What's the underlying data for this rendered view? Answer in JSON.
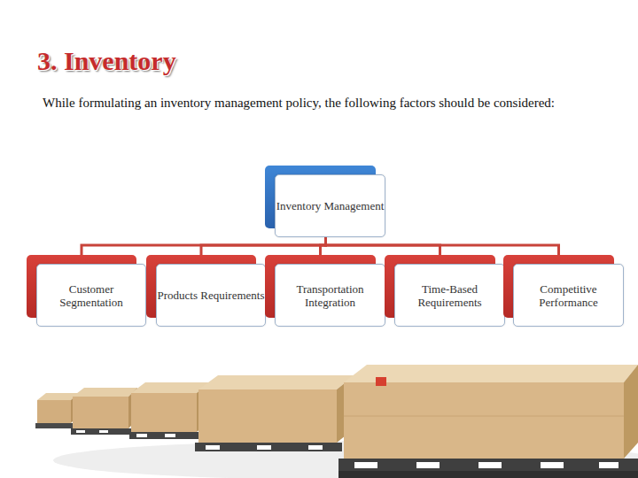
{
  "diagram": {
    "title": "3. Inventory",
    "nodes": [
      {
        "text": [
          "Inventory Management"
        ]
      },
      {
        "text": [
          "Customer Segmentation"
        ]
      },
      {
        "text": [
          "Products Requirements"
        ]
      },
      {
        "text": [
          "Transportation Integration"
        ]
      },
      {
        "text": [
          "Time-Based Requirements"
        ]
      },
      {
        "text": [
          "Competitive Performance"
        ]
      }
    ],
    "edges": [
      {
        "from": 0,
        "to": 1,
        "arrow": "none"
      },
      {
        "from": 0,
        "to": 2,
        "arrow": "none"
      },
      {
        "from": 0,
        "to": 3,
        "arrow": "none"
      },
      {
        "from": 0,
        "to": 4,
        "arrow": "none"
      },
      {
        "from": 0,
        "to": 5,
        "arrow": "none"
      }
    ],
    "labels": [
      "While formulating an inventory management policy, the following factors should be considered:"
    ]
  }
}
